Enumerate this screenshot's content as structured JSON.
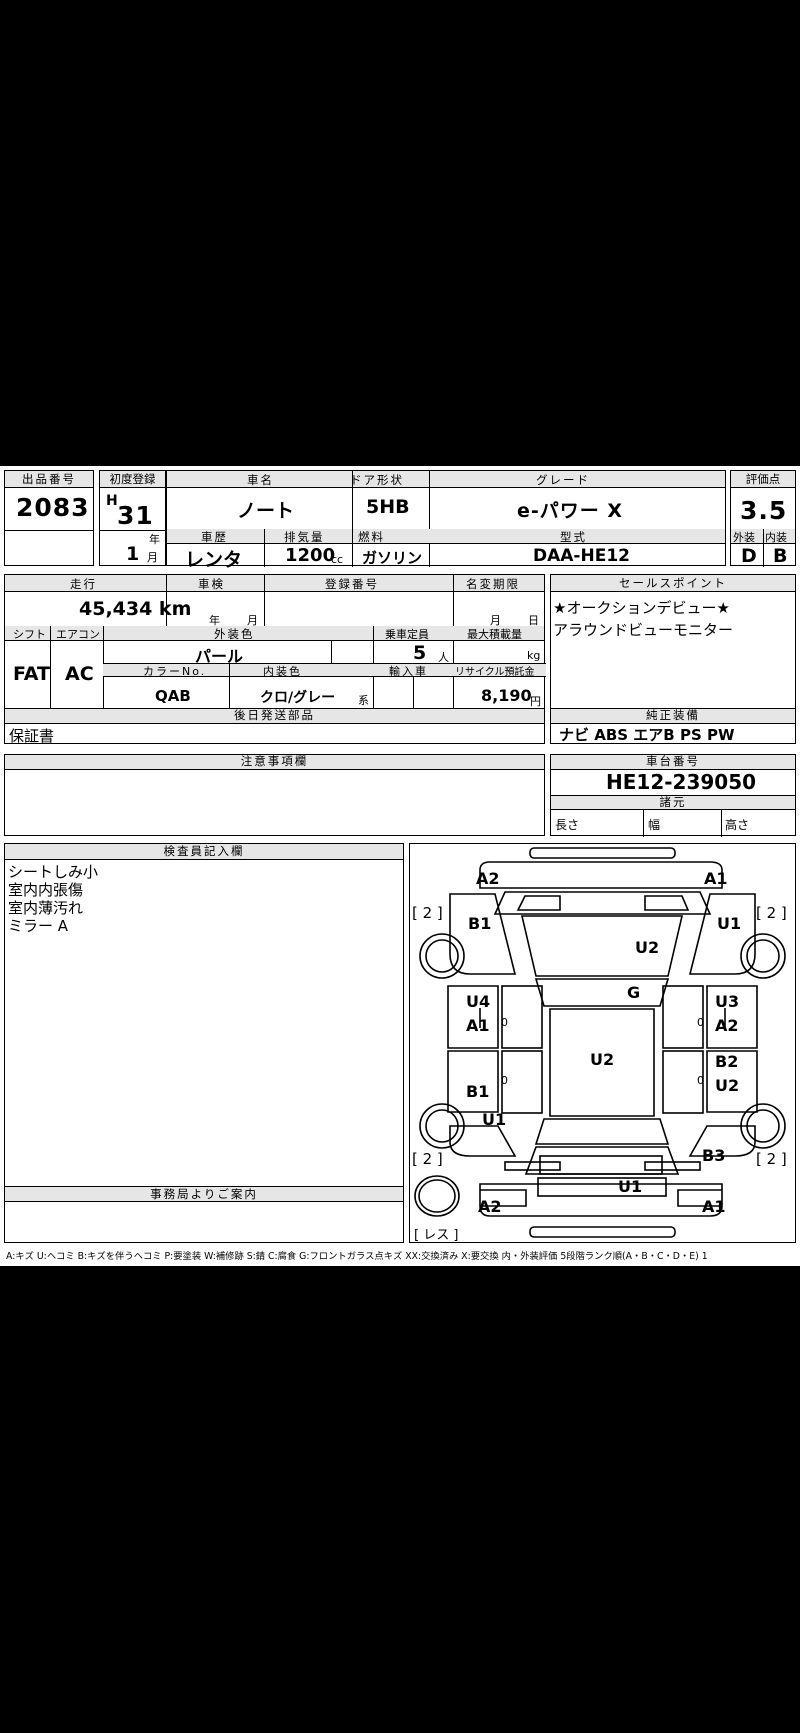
{
  "row1_labels": {
    "lot_no": "出品番号",
    "first_reg": "初度登録",
    "car_name": "車名",
    "door": "ドア形状",
    "grade": "グレード",
    "score": "評価点"
  },
  "lot_no": "2083",
  "era": "H",
  "year_num": "31",
  "year_unit": "年",
  "month_num": "1",
  "month_unit": "月",
  "car_name": "ノート",
  "door_type": "5HB",
  "grade": "e-パワー X",
  "score": "3.5",
  "row2_labels": {
    "history": "車歴",
    "displacement": "排気量",
    "fuel": "燃料",
    "model": "型式",
    "exterior": "外装",
    "interior": "内装"
  },
  "history": "レンタ",
  "displacement": "1200",
  "displacement_unit": "cc",
  "fuel": "ガソリン",
  "model_code": "DAA-HE12",
  "exterior_grade": "D",
  "interior_grade": "B",
  "row3_labels": {
    "mileage": "走行",
    "inspection": "車検",
    "reg_no": "登録番号",
    "name_change": "名変期限",
    "sales_point": "セールスポイント"
  },
  "mileage": "45,434 km",
  "inspection_year": "年",
  "inspection_month": "月",
  "name_change_month": "月",
  "name_change_day": "日",
  "sales_points": [
    "★オークションデビュー★",
    "アラウンドビューモニター"
  ],
  "row4_labels": {
    "shift": "シフト",
    "aircon": "エアコン",
    "exterior_color": "外装色",
    "capacity": "乗車定員",
    "max_load": "最大積載量"
  },
  "shift": "FAT",
  "aircon": "AC",
  "exterior_color": "パール",
  "capacity": "5",
  "capacity_unit": "人",
  "load_unit": "kg",
  "row5_labels": {
    "color_no": "カラーNo.",
    "interior_color": "内装色",
    "import": "輸入車",
    "recycle": "リサイクル預託金"
  },
  "color_no": "QAB",
  "interior_color": "クロ/グレー",
  "interior_color_suffix": "系",
  "recycle_fee": "8,190",
  "recycle_unit": "円",
  "later_parts_label": "後日発送部品",
  "later_parts": "保証書",
  "genuine_label": "純正装備",
  "genuine_equipment": "ナビ ABS エアB PS PW",
  "notes_label": "注意事項欄",
  "chassis_label": "車台番号",
  "chassis_no": "HE12-239050",
  "specs_label": "諸元",
  "specs": {
    "length": "長さ",
    "width": "幅",
    "height": "高さ"
  },
  "inspector_label": "検査員記入欄",
  "inspector_notes": [
    "シートしみ小",
    "室内内張傷",
    "室内薄汚れ",
    "ミラー A"
  ],
  "office_label": "事務局よりご案内",
  "diagram": {
    "tyre_count": "[ 2 ]",
    "spare_label": "[ レス ]",
    "marks": {
      "front_left_corner": "A2",
      "front_right_corner": "A1",
      "left_front_fender": "B1",
      "right_front_fender": "U1",
      "bonnet": "U2",
      "roof_glass": "G",
      "left_front_door_top": "U4",
      "left_front_door_bottom": "A1",
      "right_front_door_top": "U3",
      "right_front_door_bottom": "A2",
      "roof": "U2",
      "left_rear_door": "B1",
      "right_rear_door_top": "B2",
      "right_rear_door_bottom": "U2",
      "left_rear_fender": "U1",
      "right_rear_fender": "B3",
      "rear_bumper_center": "U1",
      "rear_left_corner": "A2",
      "rear_right_corner": "A1"
    },
    "zero": "0"
  },
  "legend": "A:キズ U:ヘコミ B:キズを伴うヘコミ P:要塗装 W:補修跡 S:錆 C:腐食 G:フロントガラス点キズ XX:交換済み X:要交換 内・外装評価 5段階ランク順(A・B・C・D・E) 1"
}
